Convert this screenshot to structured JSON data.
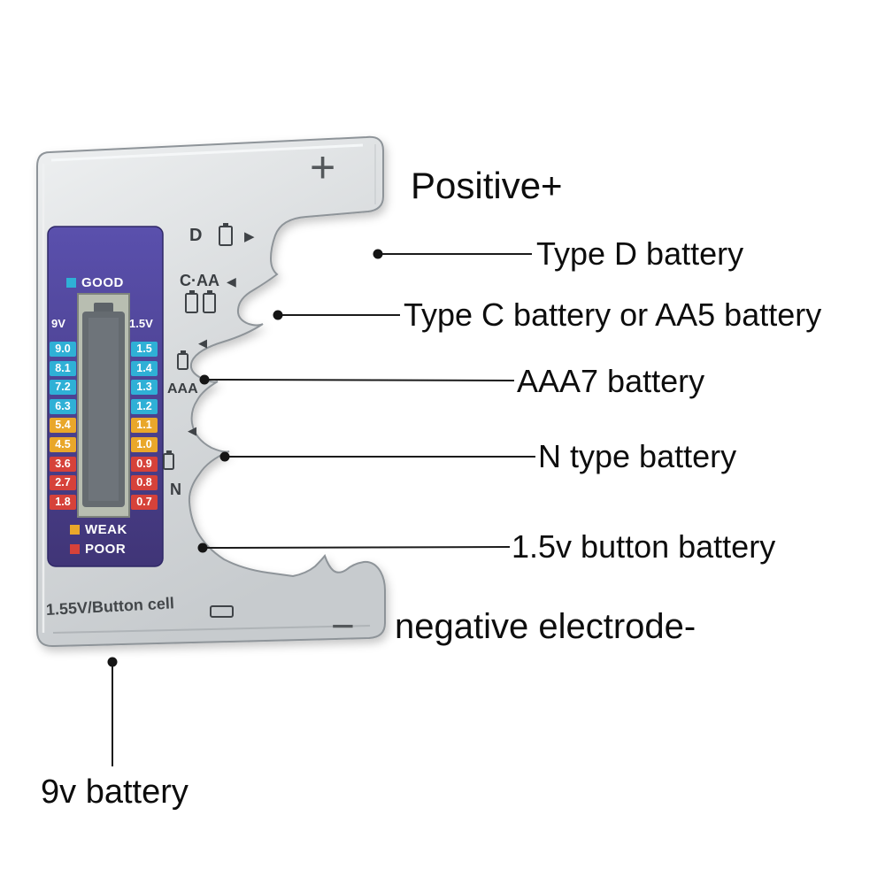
{
  "annotations": {
    "positive": "Positive+",
    "type_d": "Type D battery",
    "type_c_aa5": "Type C battery or AA5 battery",
    "aaa7": "AAA7 battery",
    "n_type": "N type battery",
    "button_battery": "1.5v button battery",
    "negative": "negative electrode-",
    "nine_v": "9v battery"
  },
  "device": {
    "positive_symbol": "+",
    "negative_symbol": "−",
    "bottom_label": "1.55V/Button cell",
    "slots": {
      "d": "D",
      "c_aa": "C·AA",
      "aaa": "AAA",
      "n": "N"
    },
    "lcd": {
      "good_label": "GOOD",
      "weak_label": "WEAK",
      "poor_label": "POOR",
      "left_header": "9V",
      "right_header": "1.5V",
      "left_values": [
        {
          "v": "9.0",
          "level": "good"
        },
        {
          "v": "8.1",
          "level": "good"
        },
        {
          "v": "7.2",
          "level": "good"
        },
        {
          "v": "6.3",
          "level": "good"
        },
        {
          "v": "5.4",
          "level": "weak"
        },
        {
          "v": "4.5",
          "level": "weak"
        },
        {
          "v": "3.6",
          "level": "poor"
        },
        {
          "v": "2.7",
          "level": "poor"
        },
        {
          "v": "1.8",
          "level": "poor"
        }
      ],
      "right_values": [
        {
          "v": "1.5",
          "level": "good"
        },
        {
          "v": "1.4",
          "level": "good"
        },
        {
          "v": "1.3",
          "level": "good"
        },
        {
          "v": "1.2",
          "level": "good"
        },
        {
          "v": "1.1",
          "level": "weak"
        },
        {
          "v": "1.0",
          "level": "weak"
        },
        {
          "v": "0.9",
          "level": "poor"
        },
        {
          "v": "0.8",
          "level": "poor"
        },
        {
          "v": "0.7",
          "level": "poor"
        }
      ]
    }
  },
  "icons": {
    "arrow_right": "▶",
    "arrow_left": "◀"
  },
  "colors": {
    "good": "#2fb0d6",
    "weak": "#e9a72a",
    "poor": "#d6423a",
    "lcd_bezel_top": "#5a50ad",
    "lcd_bezel_bottom": "#403577",
    "lcd_screen": "#b8beb1",
    "device_silver": "#d8dbdd"
  }
}
